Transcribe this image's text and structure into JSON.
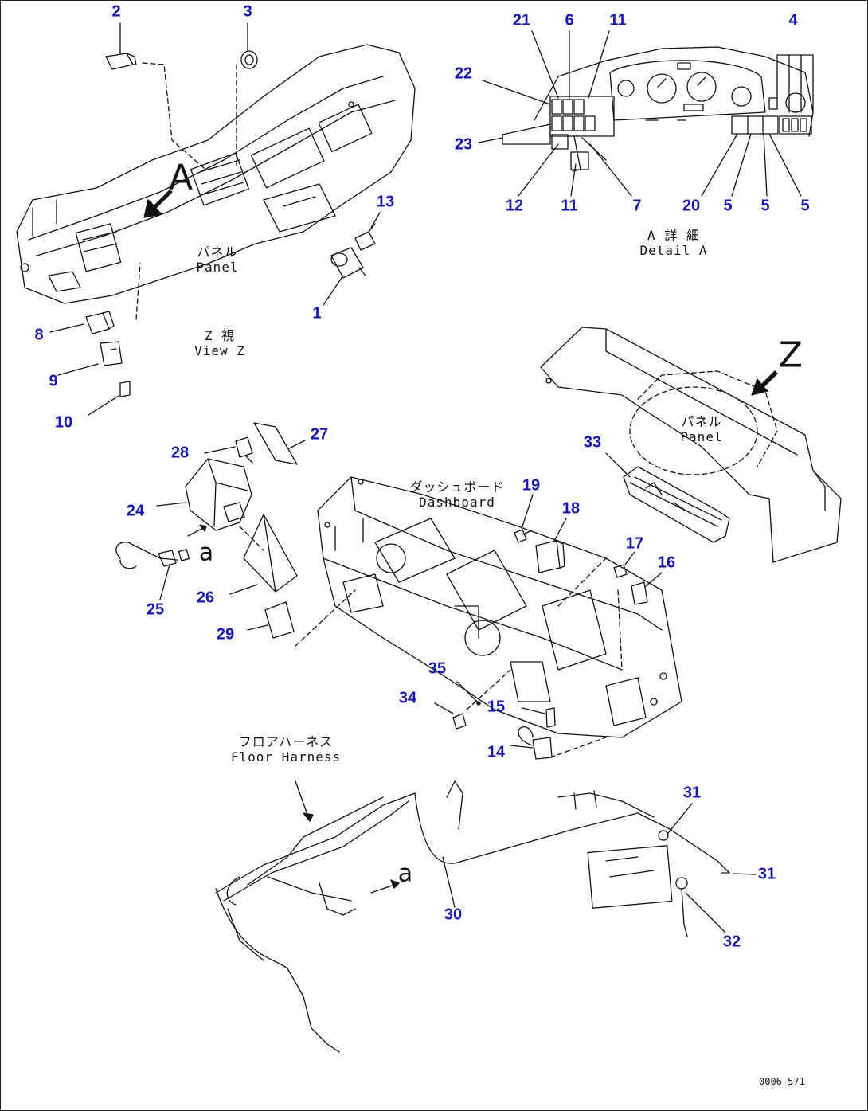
{
  "callouts": [
    "1",
    "2",
    "3",
    "4",
    "5",
    "5",
    "5",
    "6",
    "7",
    "8",
    "9",
    "10",
    "11",
    "11",
    "12",
    "13",
    "14",
    "15",
    "16",
    "17",
    "18",
    "19",
    "20",
    "21",
    "22",
    "23",
    "24",
    "25",
    "26",
    "27",
    "28",
    "29",
    "30",
    "31",
    "31",
    "32",
    "33",
    "34",
    "35"
  ],
  "labels": {
    "panel_top_jp": "パネル",
    "panel_top_en": "Panel",
    "view_z_jp": "Z 視",
    "view_z_en": "View Z",
    "detail_a_jp": "A 詳 細",
    "detail_a_en": "Detail A",
    "panel_right_jp": "パネル",
    "panel_right_en": "Panel",
    "dashboard_jp": "ダッシュボード",
    "dashboard_en": "Dashboard",
    "floor_harness_jp": "フロアハーネス",
    "floor_harness_en": "Floor Harness"
  },
  "markers": {
    "view_a": "A",
    "view_z": "Z",
    "conn_a_upper": "a",
    "conn_a_lower": "a"
  },
  "drawing_code": "0006-571",
  "colors": {
    "callout": "#1515b4",
    "line": "#111111"
  }
}
